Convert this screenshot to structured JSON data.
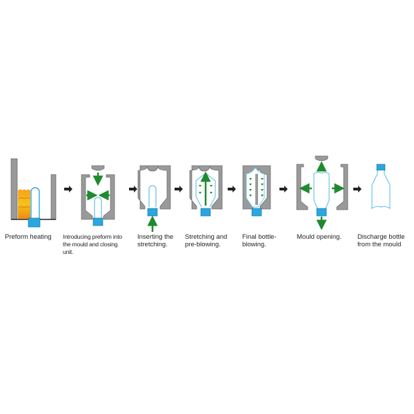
{
  "steps": [
    {
      "label": "Preform heating"
    },
    {
      "label": "Introducing preform into\nthe mould and closing\nunit."
    },
    {
      "label": "Inserting the\nstretching."
    },
    {
      "label": "Stretching and\npre-blowing."
    },
    {
      "label": "Final bottle-\nblowing."
    },
    {
      "label": "Mould opening."
    },
    {
      "label": "Discharge bottle\nfrom the mould"
    }
  ],
  "colors": {
    "mould": "#9a9a9a",
    "arrow": "#1f8a2e",
    "cap": "#2aa6e0",
    "preform": "#6cc6e8",
    "flame": "#f39a1e"
  }
}
